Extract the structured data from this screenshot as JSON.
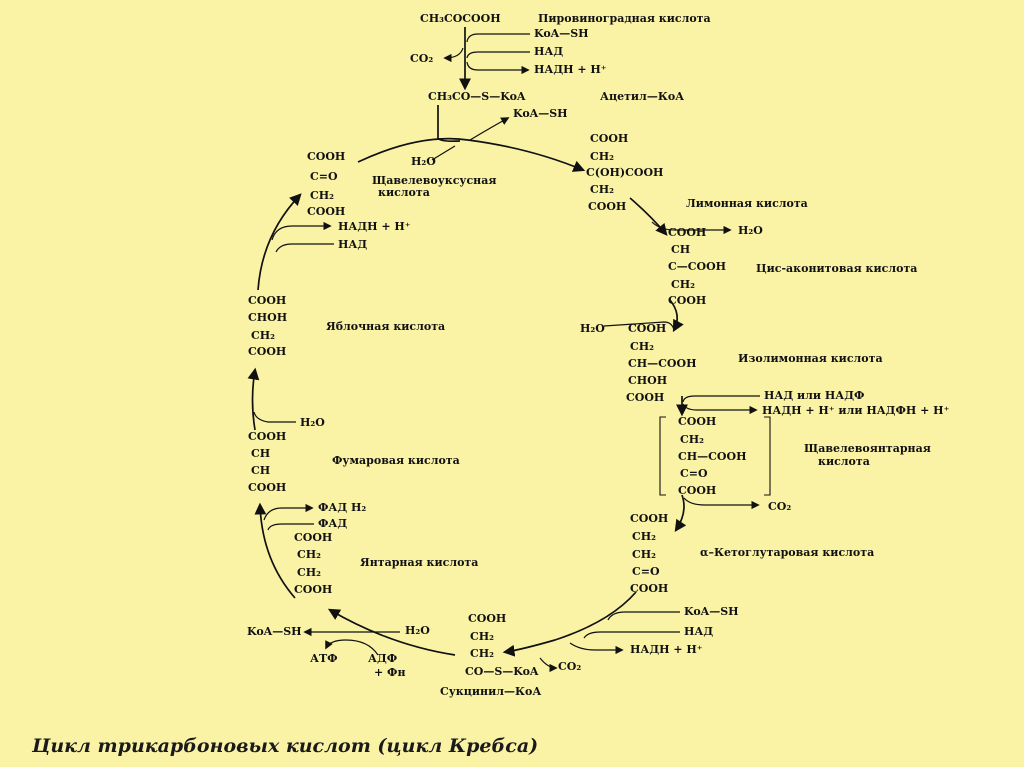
{
  "diagram": {
    "caption": "Цикл трикарбоновых кислот (цикл Кребса)",
    "top": {
      "pyruvate_formula": "CH₃COCOOH",
      "pyruvate_name": "Пировиноградная кислота",
      "coa_sh_in": "KoA—SH",
      "co2": "CO₂",
      "nad": "НАД",
      "nadh": "НАДН + H⁺",
      "acetyl_formula": "CH₃CO—S—KoA",
      "acetyl_name": "Ацетил—КоА",
      "coa_sh_out": "KoA—SH"
    },
    "oxaloacetate": {
      "lines": [
        "COOH",
        "C=O",
        "CH₂",
        "COOH"
      ],
      "name_1": "Щавелевоуксусная",
      "name_2": "кислота",
      "water": "H₂O"
    },
    "citrate": {
      "lines": [
        "COOH",
        "CH₂",
        "C(OH)COOH",
        "CH₂",
        "COOH"
      ],
      "name": "Лимонная кислота"
    },
    "cis_aconitate": {
      "lines": [
        "COOH",
        "CH",
        "C—COOH",
        "CH₂",
        "COOH"
      ],
      "name": "Цис-аконитовая кислота",
      "water_out": "H₂O"
    },
    "isocitrate": {
      "lines": [
        "COOH",
        "CH₂",
        "CH—COOH",
        "CHOH",
        "COOH"
      ],
      "name": "Изолимонная кислота",
      "water_in": "H₂O",
      "nad_or_nadp": "НАД или НАДФ",
      "nadh_or_nadph": "НАДН + H⁺ или НАДФН + H⁺"
    },
    "oxalosuccinate": {
      "lines": [
        "COOH",
        "CH₂",
        "CH—COOH",
        "C=O",
        "COOH"
      ],
      "name_1": "Щавелевоянтарная",
      "name_2": "кислота",
      "co2": "CO₂"
    },
    "alpha_kg": {
      "lines": [
        "COOH",
        "CH₂",
        "CH₂",
        "C=O",
        "COOH"
      ],
      "name": "α–Кетоглутаровая кислота",
      "coa_sh": "KoA—SH",
      "nad": "НАД",
      "nadh": "НАДН + H⁺"
    },
    "succinyl_coa": {
      "lines": [
        "COOH",
        "CH₂",
        "CH₂",
        "CO—S—KoA"
      ],
      "name": "Сукцинил—КоА",
      "co2": "CO₂",
      "koa_sh": "KoA—SH",
      "water": "H₂O",
      "atp": "АТФ",
      "adp": "АДФ",
      "pi": "+ Фн"
    },
    "succinate": {
      "lines": [
        "COOH",
        "CH₂",
        "CH₂",
        "COOH"
      ],
      "name": "Янтарная кислота",
      "fadh2": "ФАД H₂",
      "fad": "ФАД"
    },
    "fumarate": {
      "lines": [
        "COOH",
        "CH",
        "CH",
        "COOH"
      ],
      "name": "Фумаровая кислота",
      "water": "H₂O"
    },
    "malate": {
      "lines": [
        "COOH",
        "CHOH",
        "CH₂",
        "COOH"
      ],
      "name": "Яблочная кислота",
      "nadh": "НАДН + H⁺",
      "nad": "НАД"
    }
  }
}
